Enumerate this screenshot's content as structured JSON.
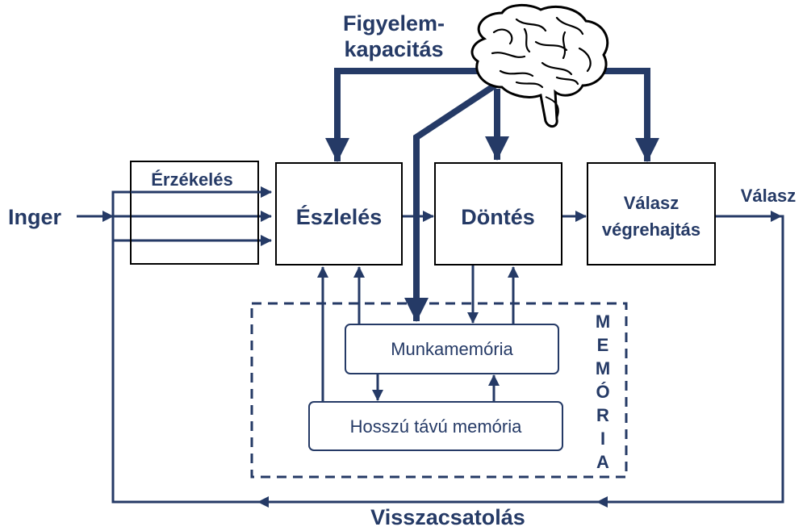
{
  "labels": {
    "attention_line1": "Figyelem-",
    "attention_line2": "kapacitás",
    "input": "Inger",
    "sensing": "Érzékelés",
    "perception": "Észlelés",
    "decision": "Döntés",
    "execution_line1": "Válasz",
    "execution_line2": "végrehajtás",
    "output": "Válasz",
    "working_memory": "Munkamemória",
    "long_term_memory": "Hosszú távú memória",
    "memory_vertical": [
      "M",
      "E",
      "M",
      "Ó",
      "R",
      "I",
      "A"
    ],
    "feedback": "Visszacsatolás"
  },
  "icons": {
    "brain": "brain-icon"
  },
  "colors": {
    "line": "#253a66",
    "box_border": "#000000",
    "background": "#ffffff"
  }
}
